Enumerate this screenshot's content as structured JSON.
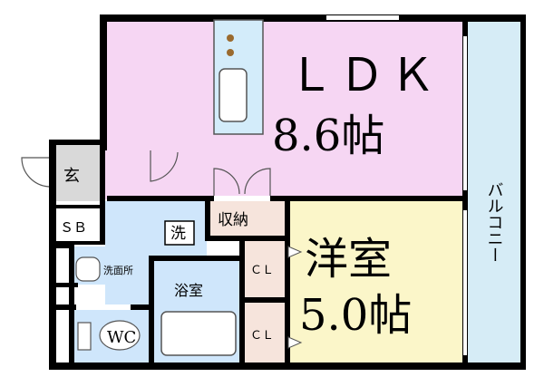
{
  "colors": {
    "wall": "#000000",
    "ldk": "#f6d6f3",
    "western_room": "#fbf6c9",
    "water_area": "#cfe6fb",
    "balcony": "#d6ecf6",
    "entry": "#d9d9d9",
    "storage": "#f6e4dc"
  },
  "rooms": {
    "ldk_name": "ＬＤＫ",
    "ldk_size": "8.6帖",
    "western_name": "洋室",
    "western_size": "5.0帖",
    "balcony": "バルコニー",
    "entrance": "玄",
    "shoe_box": "ＳＢ",
    "laundry": "洗",
    "storage": "収納",
    "washroom": "洗面所",
    "bathroom": "浴室",
    "toilet": "WC",
    "closet_1": "ＣＬ",
    "closet_2": "ＣＬ"
  },
  "icons": {
    "kitchen": "kitchen-counter-icon",
    "stove": "stove-burner-icon",
    "bathtub": "bathtub-icon",
    "toilet": "toilet-icon",
    "washbasin": "washbasin-icon"
  }
}
